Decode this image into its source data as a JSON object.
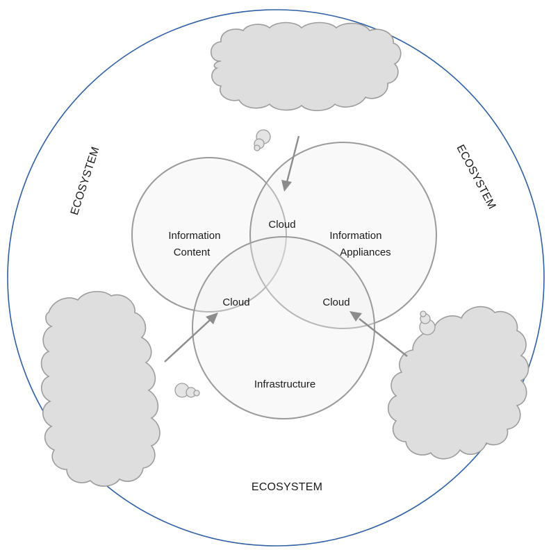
{
  "ecosystem_labels": {
    "left": "ECOSYSTEM",
    "right": "ECOSYSTEM",
    "bottom": "ECOSYSTEM"
  },
  "venn": {
    "information_content": [
      "Information",
      "Content"
    ],
    "information_appliances": [
      "Information",
      "Appliances"
    ],
    "infrastructure": "Infrastructure"
  },
  "cloud_labels": {
    "top": "Cloud",
    "left": "Cloud",
    "right": "Cloud"
  },
  "colors": {
    "outer_ring": "#2e5fa3",
    "circle_stroke": "#9a9a9a",
    "cloud_fill": "#dedede",
    "arrow": "#8c8c8c"
  }
}
